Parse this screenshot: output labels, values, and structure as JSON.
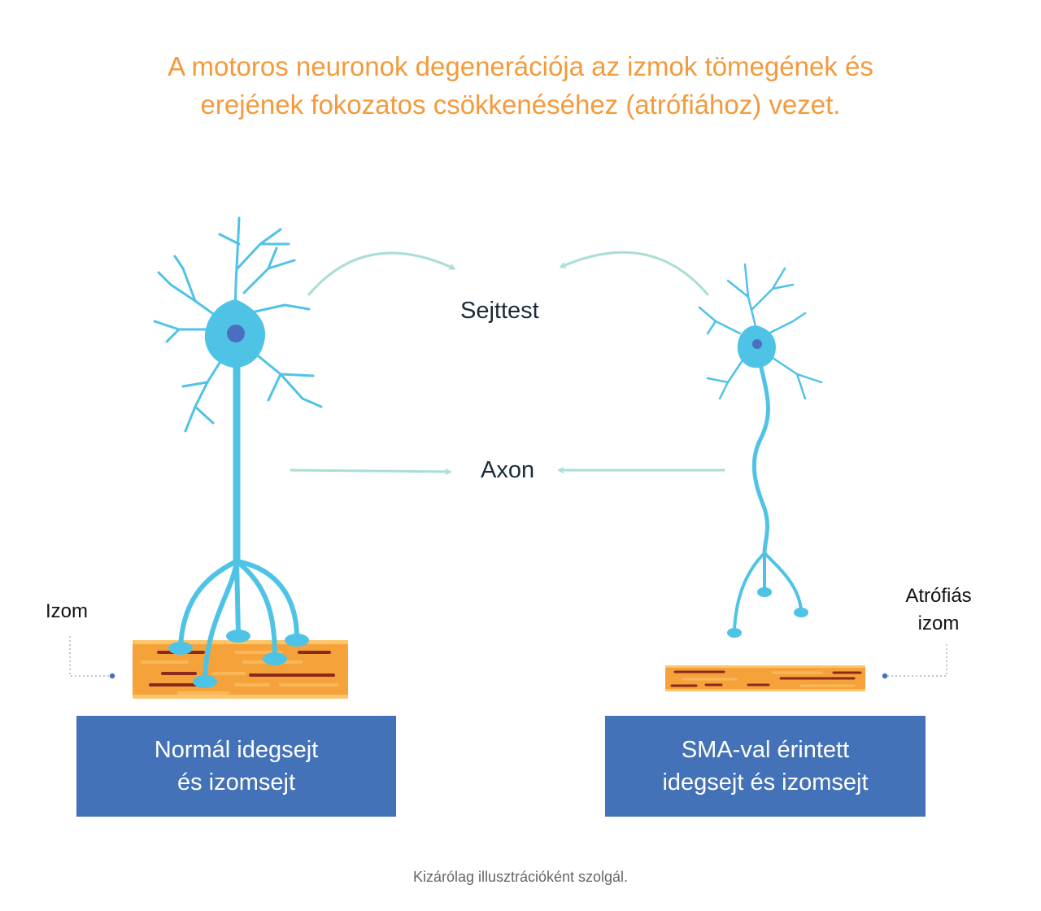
{
  "title": {
    "line1": "A motoros neuronok degenerációja az izmok tömegének és",
    "line2": "erejének fokozatos csökkenéséhez (atrófiához) vezet."
  },
  "labels": {
    "cell_body": "Sejttest",
    "axon": "Axon",
    "muscle": "Izom",
    "atrophic_muscle_line1": "Atrófiás",
    "atrophic_muscle_line2": "izom"
  },
  "boxes": {
    "normal_line1": "Normál idegsejt",
    "normal_line2": "és izomsejt",
    "sma_line1": "SMA-val érintett",
    "sma_line2": "idegsejt és izomsejt"
  },
  "footer": "Kizárólag illusztrációként szolgál.",
  "colors": {
    "title": "#f39a3c",
    "neuron": "#4fc3e6",
    "nucleus": "#4a6fbf",
    "muscle": "#f6a23a",
    "muscle_stripe": "#8b2a1c",
    "arrow": "#a8ded6",
    "box": "#4472b8"
  }
}
